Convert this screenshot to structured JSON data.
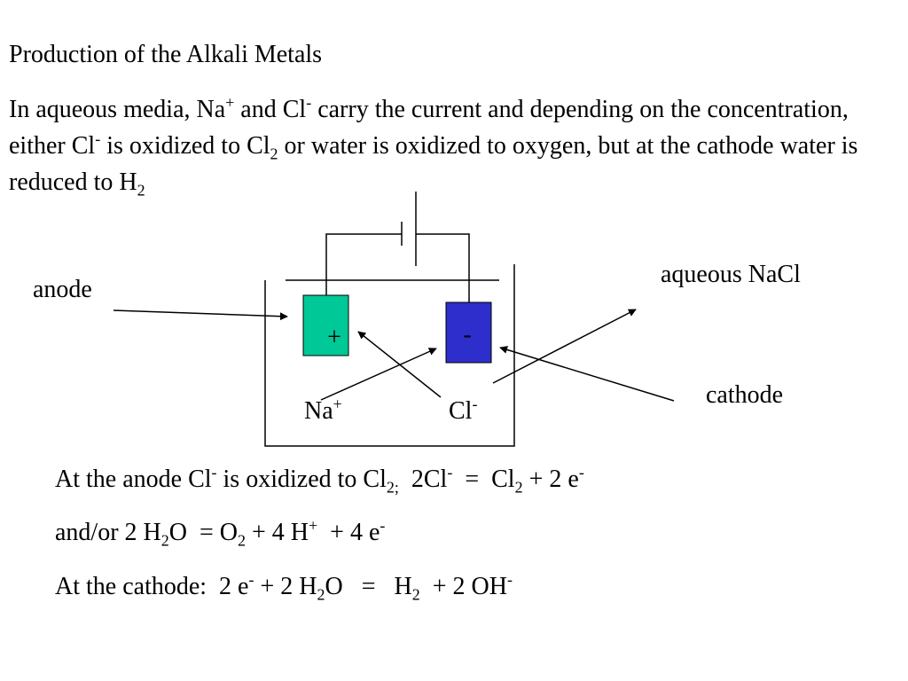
{
  "title": "Production of the Alkali Metals",
  "intro": {
    "p1": "In aqueous media, Na",
    "na_sup": "+",
    "p2": " and Cl",
    "cl_sup": "-",
    "p3": " carry the current and depending on the concentration, either Cl",
    "cl_sup2": "-",
    "p4": " is oxidized to Cl",
    "cl2_sub": "2",
    "p5": " or water is oxidized to oxygen, but at the cathode water is reduced to H",
    "h2_sub": "2"
  },
  "diagram": {
    "labels": {
      "anode": "anode",
      "aqueous": "aqueous NaCl",
      "cathode": "cathode",
      "na": "Na",
      "na_sup": "+",
      "cl": "Cl",
      "cl_sup": "-"
    },
    "electrodes": {
      "anode_sign": "+",
      "cathode_sign": "-"
    },
    "colors": {
      "anode": "#00C896",
      "cathode": "#2E2ECC"
    }
  },
  "equations": {
    "eq1": {
      "a": "At the anode Cl",
      "a_sup": "-",
      "b": " is oxidized to Cl",
      "b_sub": "2;",
      "c": "  2Cl",
      "c_sup": "-",
      "d": "  =  Cl",
      "d_sub": "2",
      "e": " + 2 e",
      "e_sup": "-"
    },
    "eq2": {
      "a": "and/or 2 H",
      "a_sub": "2",
      "b": "O  = O",
      "b_sub": "2",
      "c": " + 4 H",
      "c_sup": "+",
      "d": "  + 4 e",
      "d_sup": "-"
    },
    "eq3": {
      "a": "At the cathode:  2 e",
      "a_sup": "-",
      "b": " + 2 H",
      "b_sub": "2",
      "c": "O   =   H",
      "c_sub": "2",
      "d": "  + 2 OH",
      "d_sup": "-"
    }
  }
}
